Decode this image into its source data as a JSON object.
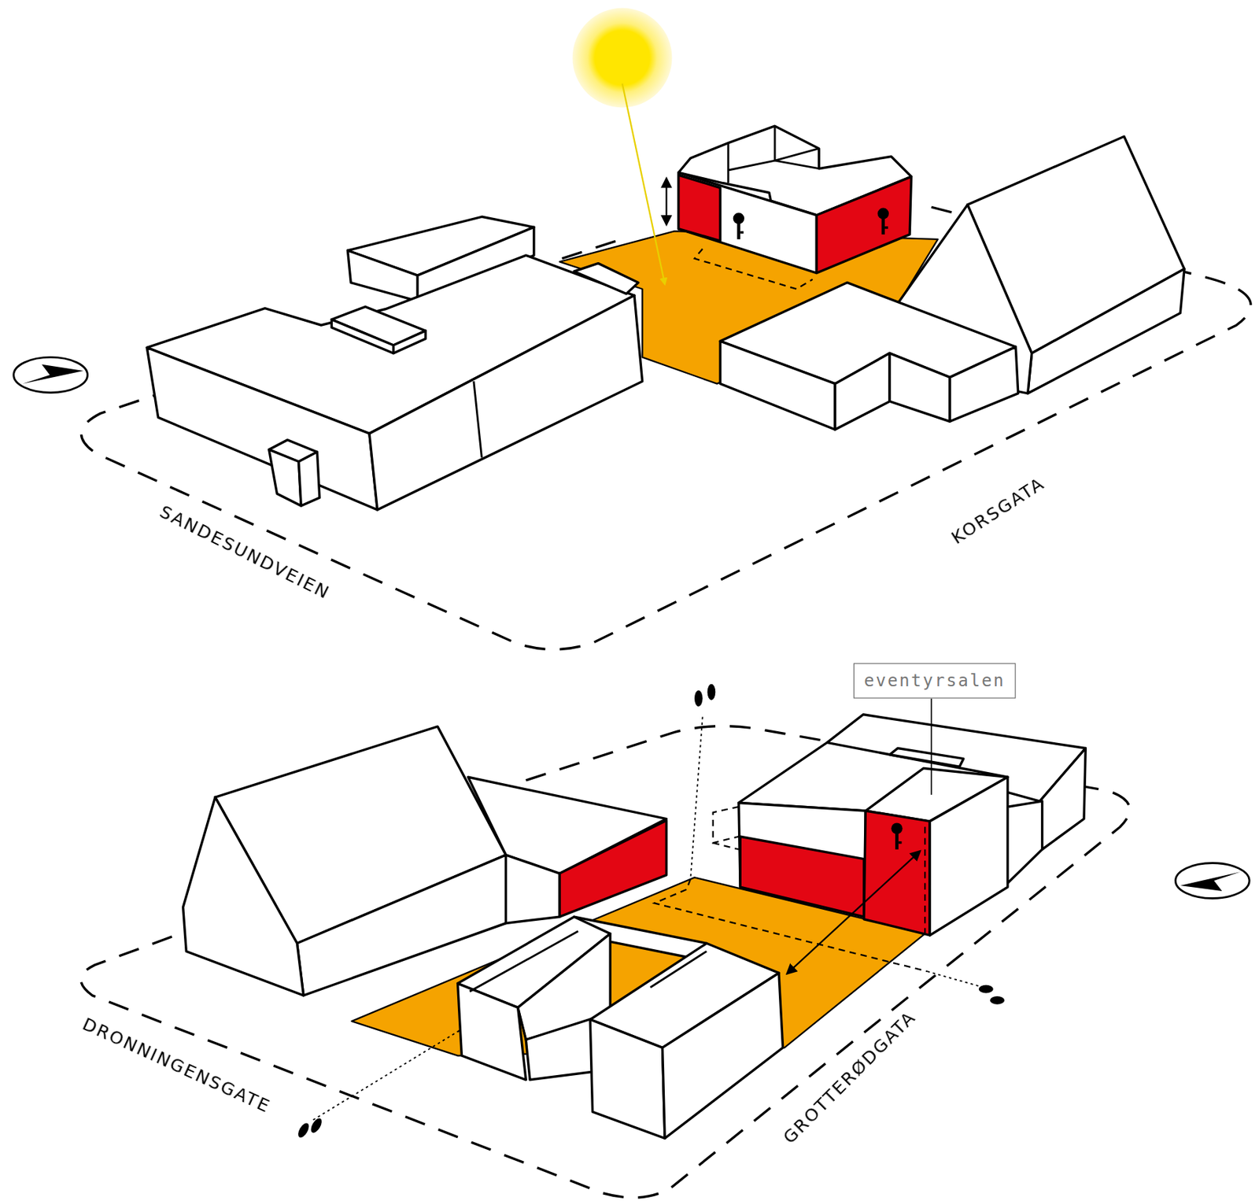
{
  "diagram": {
    "nodes": [
      {
        "text": [
          "eventyrsalen"
        ]
      }
    ],
    "labels": [
      "SANDESUNDVEIEN",
      "KORSGATA",
      "DRONNINGENSGATE",
      "GROTTERØDGATA"
    ]
  }
}
